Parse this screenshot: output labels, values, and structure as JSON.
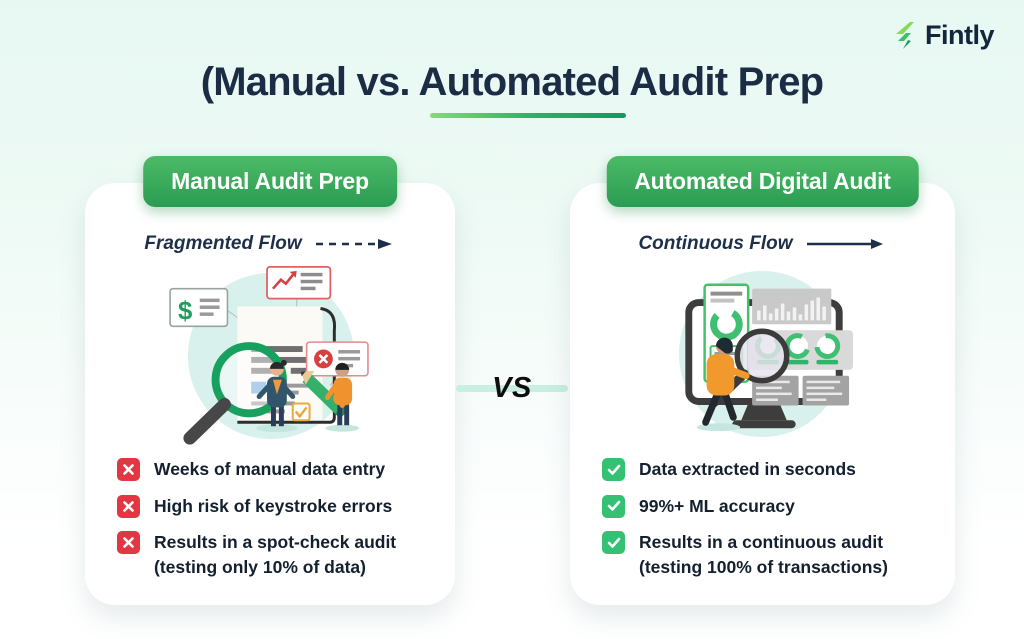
{
  "colors": {
    "brand_green": "#2f9e54",
    "badge_gradient_top": "#4cbb67",
    "badge_gradient_bottom": "#2a9c52",
    "title_navy": "#1b2c44",
    "cross_red": "#e23742",
    "check_green": "#35c173",
    "underline_light": "#7ee06c",
    "underline_dark": "#13975f",
    "background_mint": "#e7f8f2",
    "vs_line_mint": "#c8efe2",
    "illustration_circle": "#d9f1ec"
  },
  "logo": {
    "text": "Fintly",
    "icon": "fintly-flash-icon"
  },
  "title": {
    "text": "(Manual vs. Automated Audit Prep"
  },
  "vs_label": "VS",
  "left_card": {
    "badge": "Manual Audit Prep",
    "flow_label": "Fragmented Flow",
    "flow_arrow": "dashed-arrow-icon",
    "illustration": "magnifier-over-paper-documents-illustration",
    "items": [
      {
        "icon": "cross-icon",
        "text": "Weeks of manual data entry"
      },
      {
        "icon": "cross-icon",
        "text": "High risk of keystroke errors"
      },
      {
        "icon": "cross-icon",
        "text": "Results in a spot-check audit",
        "subtext": "(testing only 10% of data)"
      }
    ]
  },
  "right_card": {
    "badge": "Automated Digital Audit",
    "flow_label": "Continuous Flow",
    "flow_arrow": "solid-arrow-icon",
    "illustration": "audit-dashboard-monitor-illustration",
    "items": [
      {
        "icon": "check-icon",
        "text": "Data extracted in seconds"
      },
      {
        "icon": "check-icon",
        "text": "99%+ ML accuracy"
      },
      {
        "icon": "check-icon",
        "text": "Results in a continuous audit",
        "subtext": "(testing 100% of transactions)"
      }
    ]
  }
}
